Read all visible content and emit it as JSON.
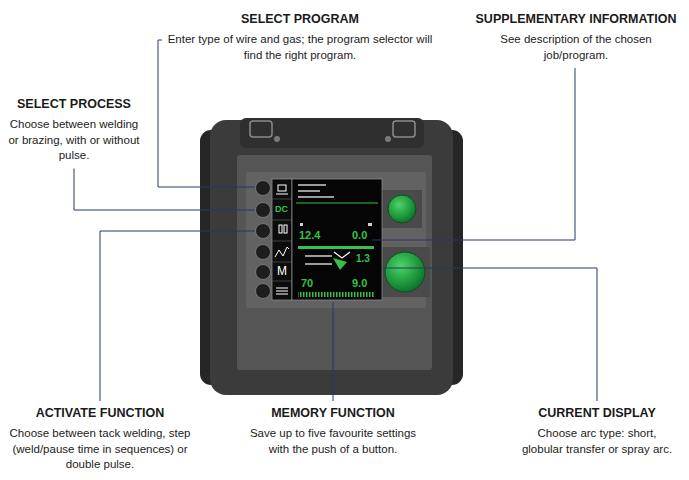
{
  "diagram": {
    "nodes": [
      {
        "text": [
          "SELECT PROGRAM",
          "Enter type of wire and gas; the program selector will find the right program."
        ]
      },
      {
        "text": [
          "SUPPLEMENTARY INFORMATION",
          "See description of the chosen job/program."
        ]
      },
      {
        "text": [
          "SELECT PROCESS",
          "Choose between welding or brazing, with or without pulse."
        ]
      },
      {
        "text": [
          "ACTIVATE FUNCTION",
          "Choose between tack welding, step (weld/pause time in sequences) or double pulse."
        ]
      },
      {
        "text": [
          "MEMORY FUNCTION",
          "Save up to five favourite settings with the push of a button."
        ]
      },
      {
        "text": [
          "CURRENT DISPLAY",
          "Choose arc type: short, globular transfer or spray arc."
        ]
      }
    ],
    "labels": [
      "DC",
      "M",
      "12.4",
      "0.0",
      "1.3",
      "70",
      "9.0"
    ]
  }
}
